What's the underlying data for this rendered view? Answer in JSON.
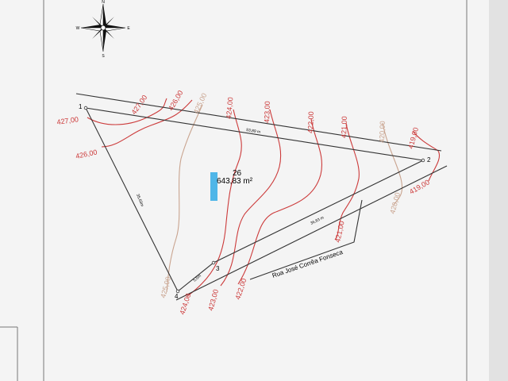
{
  "plot": {
    "lot_number": "26",
    "area": "643,83 m²",
    "street_name": "Rua José Corrêa Fonseca"
  },
  "vertices": [
    "1",
    "2",
    "3",
    "4"
  ],
  "edge_lengths": {
    "top": "53,89 m",
    "left": "35,63m",
    "bottom": "36,83 m",
    "short": "5,5m"
  },
  "contours": {
    "c427": "427,00",
    "c426a": "426,00",
    "c426b": "426,00",
    "c425a": "425,00",
    "c425b": "425,00",
    "c424a": "424,00",
    "c424b": "424,00",
    "c423a": "423,00",
    "c423b": "423,00",
    "c422a": "422,00",
    "c422b": "422,00",
    "c421a": "421,00",
    "c421b": "421,00",
    "c420a": "420,00",
    "c420b": "420,00",
    "c419a": "419,00",
    "c419b": "419,00"
  },
  "compass": {
    "n": "N",
    "s": "S",
    "e": "E",
    "w": "W"
  },
  "colors": {
    "contour_major": "#cc3a3a",
    "contour_minor": "#c9a48f",
    "boundary": "#333333",
    "marker": "#4fb6e8"
  }
}
